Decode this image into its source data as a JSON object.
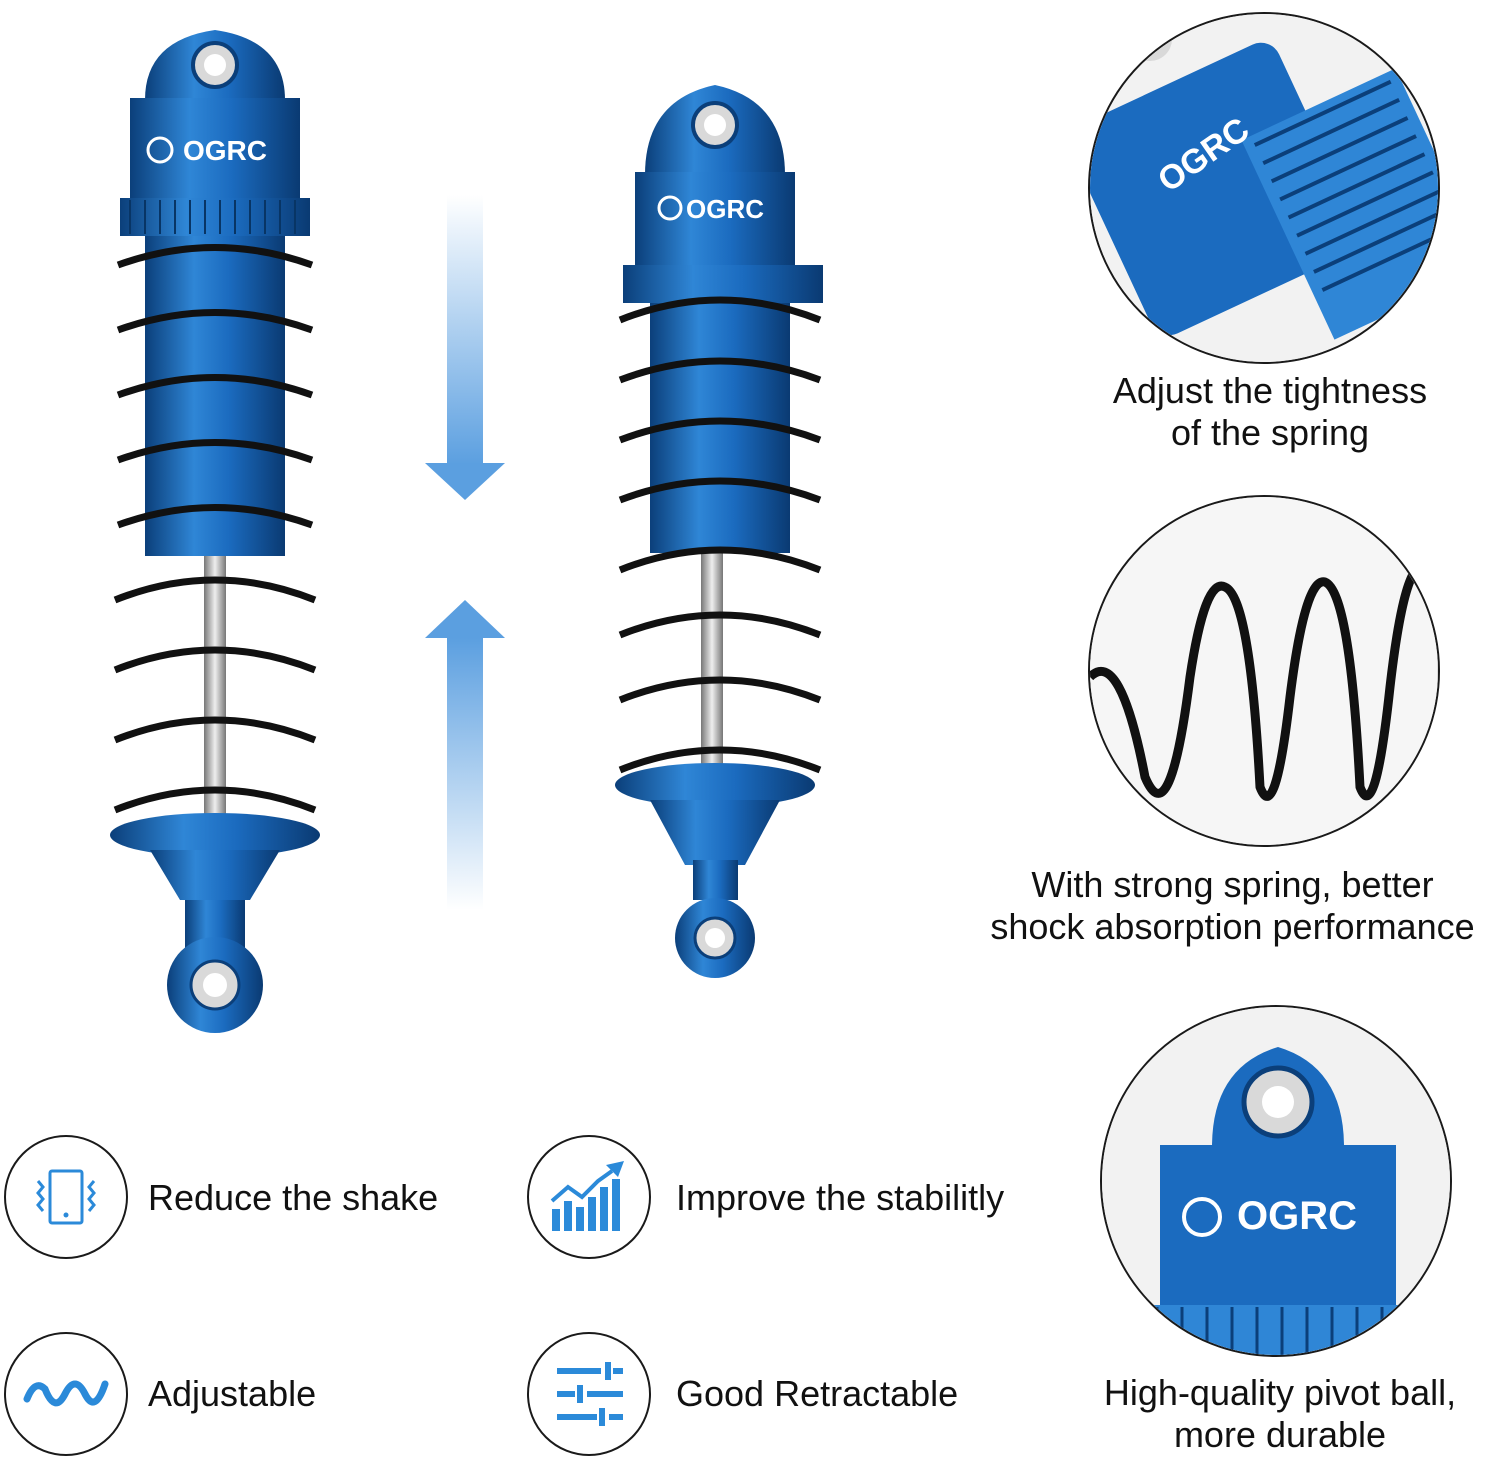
{
  "brand": {
    "logo_text": "OGRC"
  },
  "colors": {
    "accent_blue": "#1565b8",
    "arrow_blue": "#5b9fe0",
    "icon_blue": "#2b8ad9",
    "spring_black": "#111111"
  },
  "captions": {
    "adjust": "Adjust the tightness\nof the spring",
    "strong_spring": "With strong spring, better\nshock absorption performance",
    "pivot_ball": "High-quality pivot ball,\nmore durable"
  },
  "features": [
    {
      "label": "Reduce the shake",
      "icon": "phone-vibrate-icon"
    },
    {
      "label": "Improve the stabilitly",
      "icon": "rising-chart-icon"
    },
    {
      "label": "Adjustable",
      "icon": "wave-icon"
    },
    {
      "label": "Good Retractable",
      "icon": "sliders-icon"
    }
  ]
}
